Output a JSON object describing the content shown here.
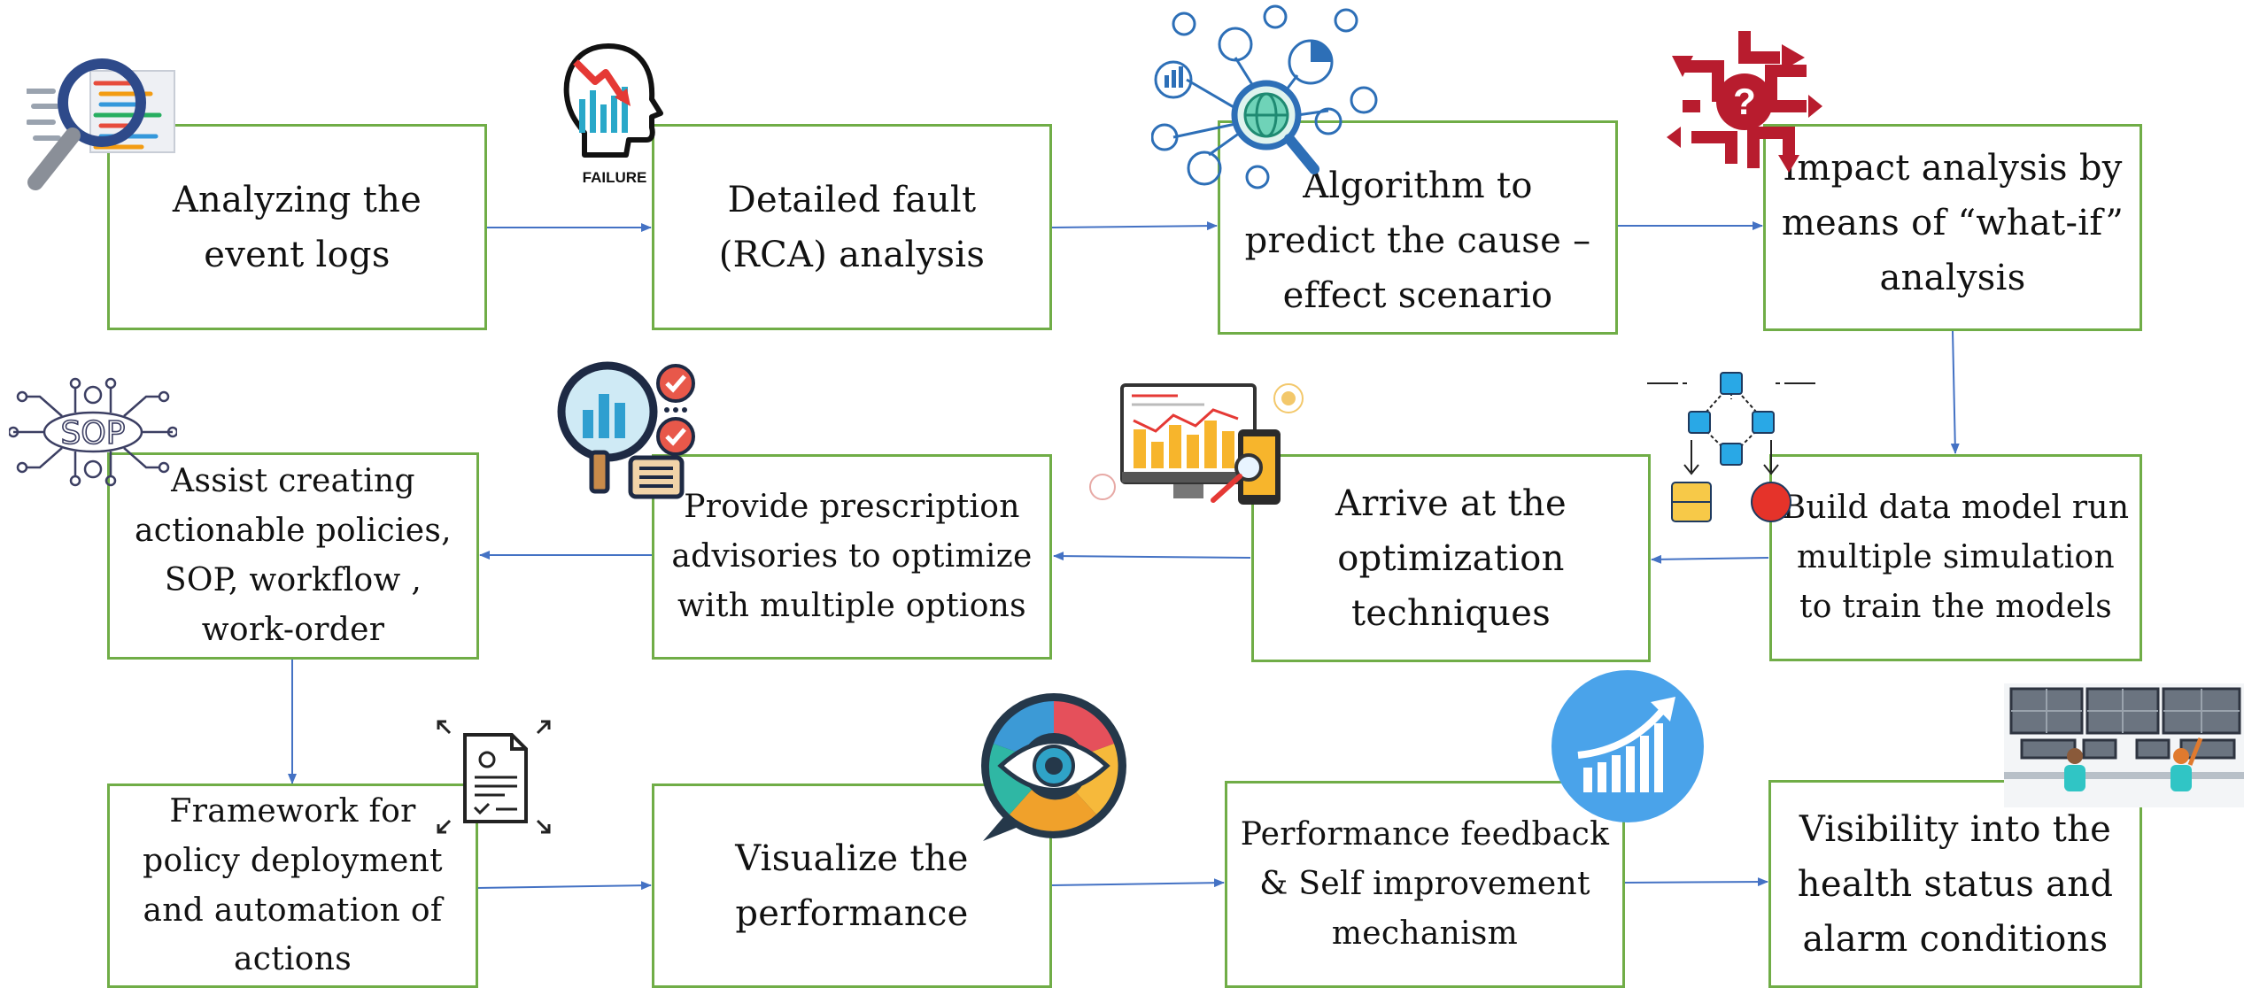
{
  "colors": {
    "box_border": "#70AD47",
    "arrow": "#4472C4"
  },
  "icons": {
    "log_search": "magnifier-code-icon",
    "failure": "brain-failure-icon",
    "failure_label": "FAILURE",
    "predict": "globe-network-icon",
    "impact": "maze-question-icon",
    "sop": "sop-circuit-icon",
    "sop_label": "SOP",
    "prescription": "analytics-checklist-icon",
    "optimization": "dashboard-monitor-icon",
    "data_model": "flowchart-icon",
    "policy": "document-expand-icon",
    "visualize": "eye-chart-icon",
    "feedback": "growth-chart-icon",
    "visibility": "control-room-icon"
  },
  "steps": [
    {
      "id": "analyze_logs",
      "text": "Analyzing the event logs"
    },
    {
      "id": "rca",
      "text": "Detailed fault (RCA) analysis"
    },
    {
      "id": "predict",
      "text": "Algorithm to predict the cause – effect scenario"
    },
    {
      "id": "impact",
      "text": "Impact analysis by means of “what-if” analysis"
    },
    {
      "id": "build_model",
      "text": "Build data model run multiple simulation to train the models"
    },
    {
      "id": "optimization",
      "text": "Arrive at the optimization techniques"
    },
    {
      "id": "prescription",
      "text": "Provide prescription advisories to optimize with multiple options"
    },
    {
      "id": "policies",
      "text": "Assist creating actionable policies, SOP, workflow , work-order"
    },
    {
      "id": "framework",
      "text": "Framework for policy deployment and automation of actions"
    },
    {
      "id": "visualize",
      "text": "Visualize the performance"
    },
    {
      "id": "feedback",
      "text": "Performance feedback & Self improvement mechanism"
    },
    {
      "id": "visibility",
      "text": "Visibility into the health status and alarm conditions"
    }
  ]
}
